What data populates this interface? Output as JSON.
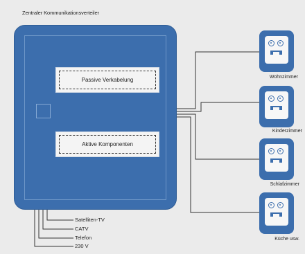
{
  "title": "Zentraler Kommunikationsverteiler",
  "cabinet": {
    "panels": [
      {
        "label": "Passive Verkabelung"
      },
      {
        "label": "Aktive Komponenten"
      }
    ]
  },
  "rooms": [
    {
      "label": "Wohnzimmer"
    },
    {
      "label": "Kinderzimmer"
    },
    {
      "label": "Schlafzimmer"
    },
    {
      "label": "Küche usw."
    }
  ],
  "feeds": [
    {
      "label": "Satelliten-TV"
    },
    {
      "label": "CATV"
    },
    {
      "label": "Telefon"
    },
    {
      "label": "230 V"
    }
  ],
  "colors": {
    "box": "#3c6ead",
    "background": "#ebebeb",
    "wire": "#333333"
  }
}
